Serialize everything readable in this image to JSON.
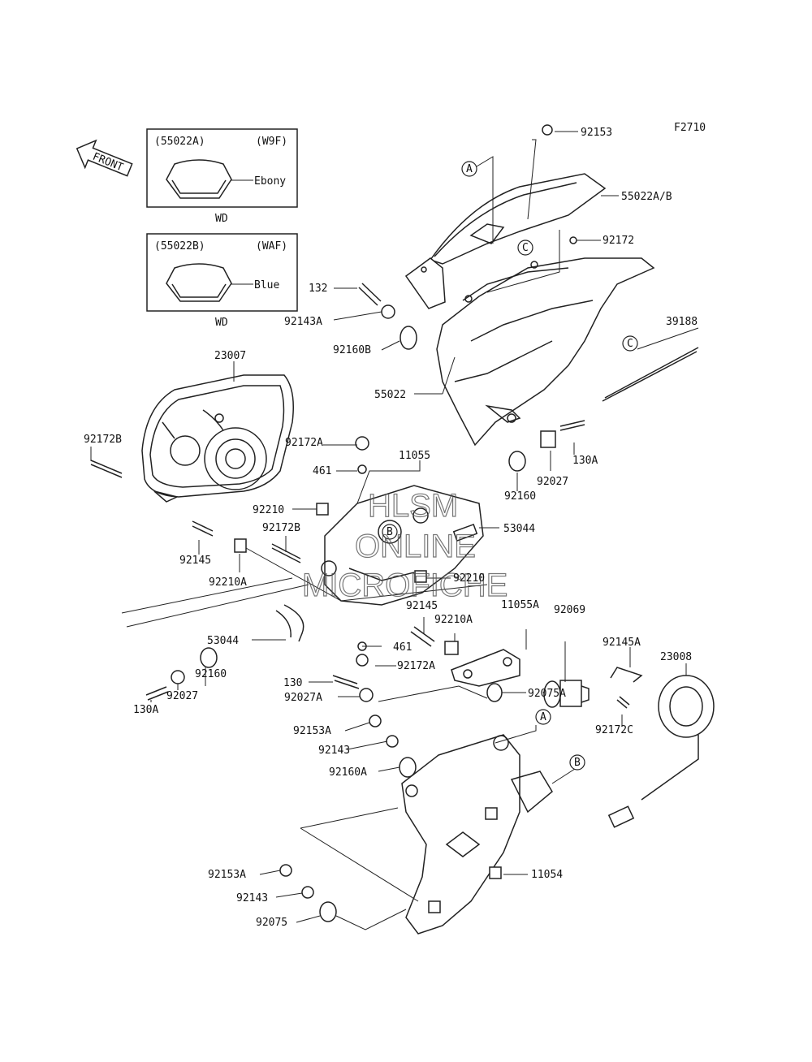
{
  "figure_code": "F2710",
  "front_label": "FRONT",
  "variants": [
    {
      "part_no": "(55022A)",
      "code": "(W9F)",
      "color": "Ebony",
      "caption": "WD"
    },
    {
      "part_no": "(55022B)",
      "code": "(WAF)",
      "color": "Blue",
      "caption": "WD"
    }
  ],
  "watermark": [
    "HLSM",
    "ONLINE",
    "MICROFICHE"
  ],
  "callouts": {
    "a1": "A",
    "a2": "A",
    "b1": "B",
    "b2": "B",
    "c1": "C",
    "c2": "C"
  },
  "labels": {
    "p92153": "92153",
    "p55022ab": "55022A/B",
    "p92172": "92172",
    "p39188": "39188",
    "p132": "132",
    "p92143a": "92143A",
    "p92160b": "92160B",
    "p55022": "55022",
    "p23007": "23007",
    "p92172b_l": "92172B",
    "p92172a_top": "92172A",
    "p11055": "11055",
    "p461_top": "461",
    "p130a_r": "130A",
    "p92027_r": "92027",
    "p92160_r": "92160",
    "p92210_l": "92210",
    "p92172b_m": "92172B",
    "p53044_r": "53044",
    "p92145_l": "92145",
    "p92210a_l": "92210A",
    "p92210_r": "92210",
    "p92145_m": "92145",
    "p11055a": "11055A",
    "p92069": "92069",
    "p92210a_m": "92210A",
    "p53044_l": "53044",
    "p461_m": "461",
    "p92172a_m": "92172A",
    "p92145a": "92145A",
    "p23008": "23008",
    "p92160_l": "92160",
    "p130_m": "130",
    "p92027_l": "92027",
    "p130a_l": "130A",
    "p92027a": "92027A",
    "p92075a": "92075A",
    "p92172c": "92172C",
    "p92153a_top": "92153A",
    "p92143_top": "92143",
    "p92160a": "92160A",
    "p92153a_bot": "92153A",
    "p11054": "11054",
    "p92143_bot": "92143",
    "p92075": "92075"
  }
}
